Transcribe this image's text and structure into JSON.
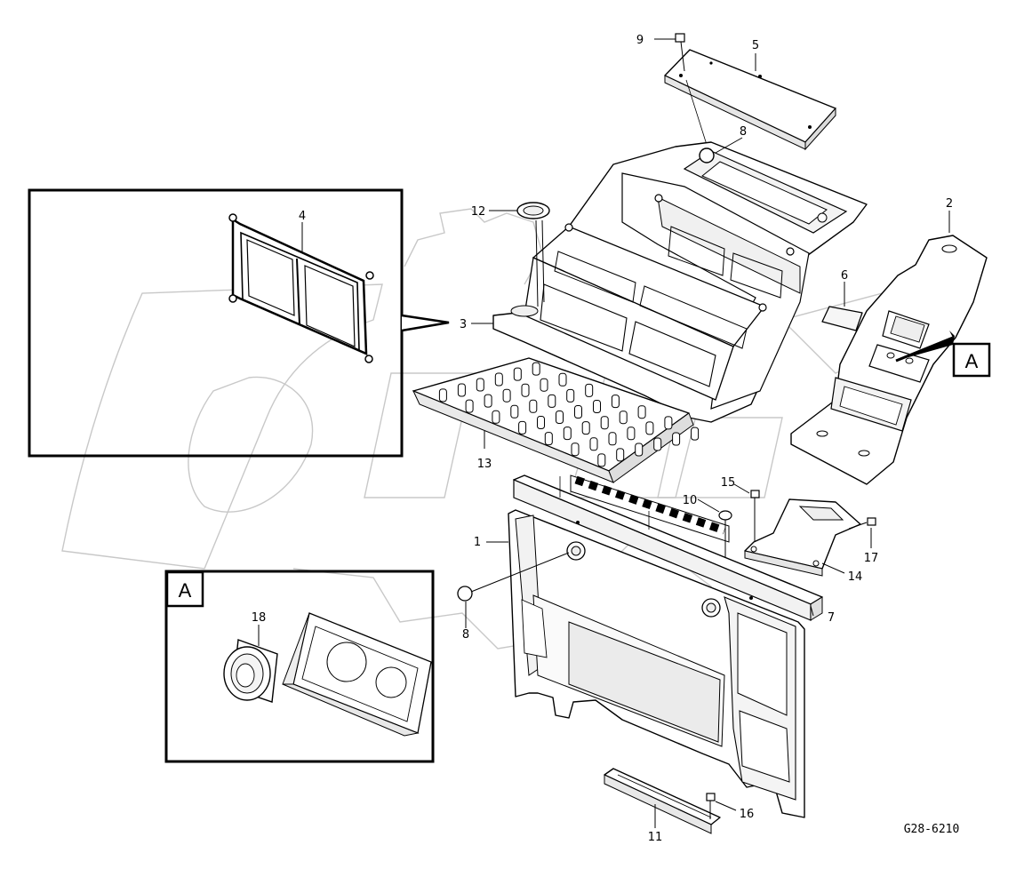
{
  "diagram": {
    "code": "G28-6210",
    "callout_letter": "A",
    "part_numbers": [
      "1",
      "2",
      "3",
      "4",
      "5",
      "6",
      "7",
      "8",
      "8",
      "9",
      "10",
      "11",
      "12",
      "13",
      "14",
      "15",
      "16",
      "17",
      "18"
    ],
    "colors": {
      "ink": "#000000",
      "watermark": "#c8c8c8",
      "background": "#ffffff"
    }
  }
}
